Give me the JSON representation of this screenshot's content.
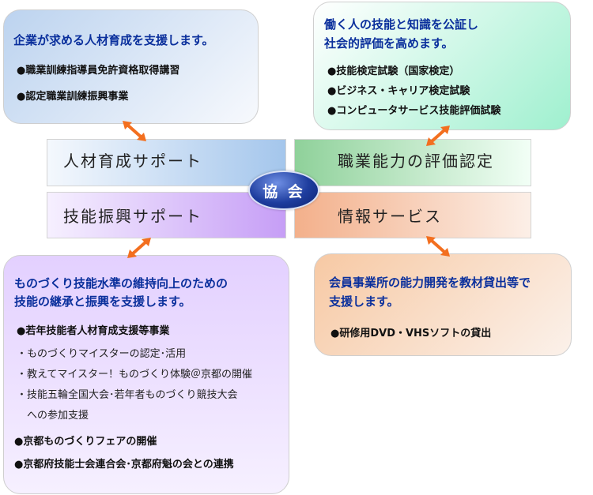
{
  "center": {
    "label": "協 会"
  },
  "bars": {
    "human_resource": "人材育成サポート",
    "skill_promotion": "技能振興サポート",
    "skill_evaluation": "職業能力の評価認定",
    "info_service": "情報サービス"
  },
  "top_left": {
    "title": "企業が求める人材育成を支援します。",
    "items": [
      "●職業訓練指導員免許資格取得講習",
      "●認定職業訓練振興事業"
    ]
  },
  "top_right": {
    "title_lines": [
      "働く人の技能と知識を公証し",
      "社会的評価を高めます。"
    ],
    "items": [
      "●技能検定試験（国家検定）",
      "●ビジネス・キャリア検定試験",
      "●コンピュータサービス技能評価試験"
    ]
  },
  "bottom_left": {
    "title_lines": [
      "ものづくり技能水準の維持向上のための",
      "技能の継承と振興を支援します。"
    ],
    "item1": "●若年技能者人材育成支援等事業",
    "subs": [
      "・ものづくりマイスターの認定･活用",
      "・教えてマイスター！ものづくり体験＠京都の開催",
      "・技能五輪全国大会･若年者ものづくり競技大会",
      "　への参加支援"
    ],
    "item2": "●京都ものづくりフェアの開催",
    "item3": "●京都府技能士会連合会･京都府魁の会との連携"
  },
  "bottom_right": {
    "title_lines": [
      "会員事業所の能力開発を教材貸出等で",
      "支援します。"
    ],
    "items": [
      "●研修用DVD・VHSソフトの貸出"
    ]
  },
  "colors": {
    "title_blue": "#0a2f9c",
    "arrow_orange": "#f36f1f",
    "center_blue": "#1e3d9e"
  },
  "icons": [
    "double-arrow-icon"
  ]
}
